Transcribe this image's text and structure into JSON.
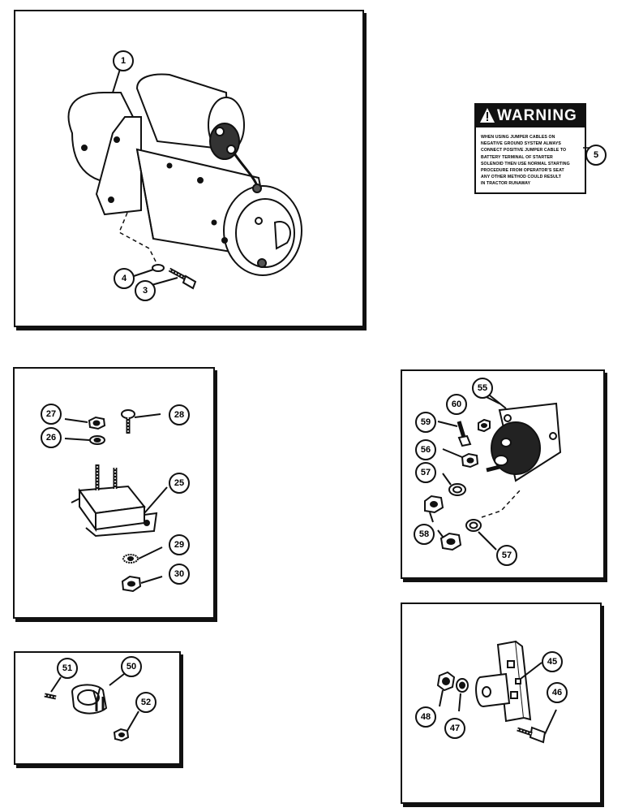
{
  "warning_decal": {
    "title": "WARNING",
    "lines": [
      "WHEN USING JUMPER CABLES ON",
      "NEGATIVE GROUND SYSTEM ALWAYS",
      "CONNECT POSITIVE JUMPER CABLE TO",
      "BATTERY TERMINAL OF STARTER",
      "SOLENOID THEN USE NORMAL STARTING",
      "PROCEDURE FROM OPERATOR'S SEAT",
      "ANY OTHER METHOD COULD RESULT",
      "IN TRACTOR RUNAWAY"
    ]
  },
  "callouts": {
    "c1": "1",
    "c3": "3",
    "c4": "4",
    "c5": "5",
    "c25": "25",
    "c26": "26",
    "c27": "27",
    "c28": "28",
    "c29": "29",
    "c30": "30",
    "c45": "45",
    "c46": "46",
    "c47": "47",
    "c48": "48",
    "c50": "50",
    "c51": "51",
    "c52": "52",
    "c55": "55",
    "c56": "56",
    "c57a": "57",
    "c57b": "57",
    "c58": "58",
    "c59": "59",
    "c60": "60"
  }
}
